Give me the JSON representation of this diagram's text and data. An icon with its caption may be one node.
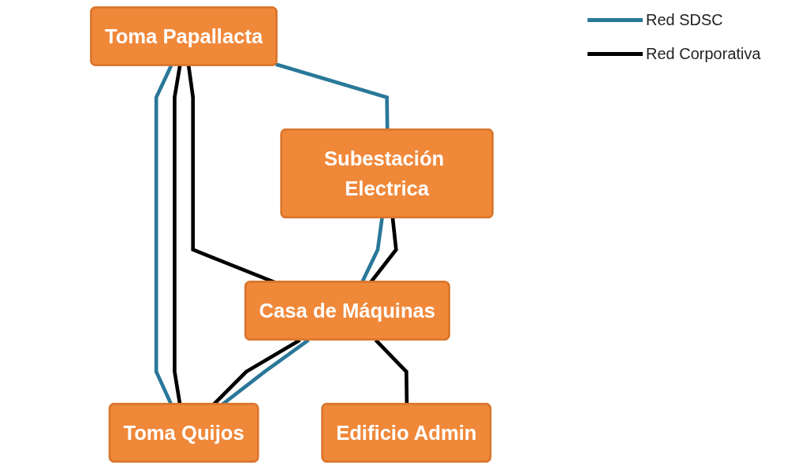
{
  "diagram": {
    "nodes": [
      {
        "text": [
          "Toma Papallacta"
        ]
      },
      {
        "text": [
          "Subestación Electrica"
        ]
      },
      {
        "text": [
          "Casa de Máquinas"
        ]
      },
      {
        "text": [
          "Toma Quijos"
        ]
      },
      {
        "text": [
          "Edificio Admin"
        ]
      }
    ],
    "edges": [
      {
        "from": 0,
        "to": 1,
        "arrow": "none",
        "color": "#2a7899"
      },
      {
        "from": 0,
        "to": 3,
        "arrow": "none",
        "color": "#2a7899"
      },
      {
        "from": 0,
        "to": 3,
        "arrow": "none"
      },
      {
        "from": 0,
        "to": 2,
        "arrow": "none"
      },
      {
        "from": 1,
        "to": 2,
        "arrow": "none",
        "color": "#2a7899"
      },
      {
        "from": 1,
        "to": 2,
        "arrow": "none"
      },
      {
        "from": 2,
        "to": 3,
        "arrow": "none"
      },
      {
        "from": 2,
        "to": 3,
        "arrow": "none",
        "color": "#2a7899"
      },
      {
        "from": 2,
        "to": 4,
        "arrow": "none"
      }
    ],
    "legend": [
      {
        "text": "Red SDSC"
      },
      {
        "text": "Red Corporativa"
      }
    ]
  }
}
